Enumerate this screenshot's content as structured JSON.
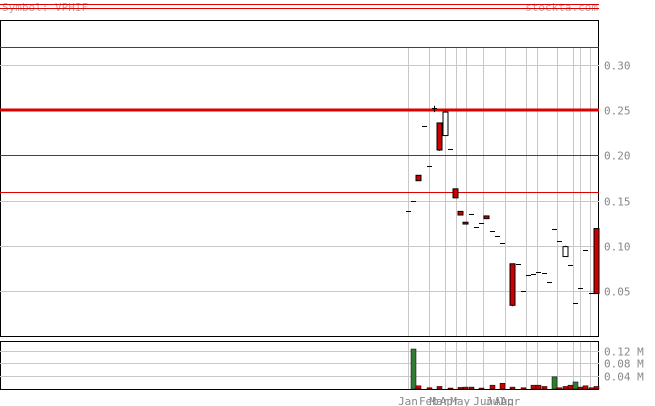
{
  "header": {
    "symbol_text": "Symbol: VPHIF",
    "site": "stockta.com"
  },
  "colors": {
    "up": "#ffffff",
    "down": "#cc0000",
    "volume": "#2e7d32",
    "grid": "#c8c8c8",
    "axis": "#000000",
    "resistance": "#dd0000",
    "resistance_strong": "#dd0000",
    "label": "#888888"
  },
  "chart_data": [
    {
      "type": "candlestick",
      "title": "",
      "ylim": [
        0,
        0.35
      ],
      "yticks": [
        0.05,
        0.1,
        0.15,
        0.2,
        0.25,
        0.3
      ],
      "ytick_labels": [
        "0.05",
        "0.10",
        "0.15",
        "0.20",
        "0.25",
        "0.30"
      ],
      "xlim": [
        0,
        45
      ],
      "month_gridlines": [
        0,
        5,
        10,
        12.5,
        15,
        17.5,
        22.5,
        27.5,
        32.5,
        34,
        36.5,
        38,
        40
      ],
      "month_labels": [
        {
          "label": "Jan",
          "x": 0
        },
        {
          "label": "Feb",
          "x": 5
        },
        {
          "label": "Mar",
          "x": 7.5
        },
        {
          "label": "Apr",
          "x": 10
        },
        {
          "label": "May",
          "x": 12.5
        },
        {
          "label": "Jun",
          "x": 17.5
        },
        {
          "label": "Jul",
          "x": 20
        },
        {
          "label": "Aug",
          "x": 21
        },
        {
          "label": "Apr",
          "x": 23
        }
      ],
      "resistance_lines": [
        {
          "y": 0.32,
          "weight": 1
        },
        {
          "y": 0.25,
          "weight": 3
        },
        {
          "y": 0.2,
          "weight": 1
        },
        {
          "y": 0.16,
          "weight": 1
        }
      ],
      "candles": [
        {
          "x": 0.0,
          "o": 0.138,
          "h": 0.138,
          "l": 0.138,
          "c": 0.138
        },
        {
          "x": 0.5,
          "o": 0.15,
          "h": 0.15,
          "l": 0.15,
          "c": 0.15
        },
        {
          "x": 1.0,
          "o": 0.178,
          "h": 0.178,
          "l": 0.172,
          "c": 0.172
        },
        {
          "x": 1.5,
          "o": 0.233,
          "h": 0.233,
          "l": 0.233,
          "c": 0.233
        },
        {
          "x": 2.0,
          "o": 0.188,
          "h": 0.188,
          "l": 0.188,
          "c": 0.188
        },
        {
          "x": 2.5,
          "o": 0.252,
          "h": 0.255,
          "l": 0.248,
          "c": 0.252
        },
        {
          "x": 3.0,
          "o": 0.236,
          "h": 0.236,
          "l": 0.205,
          "c": 0.206
        },
        {
          "x": 3.5,
          "o": 0.222,
          "h": 0.25,
          "l": 0.222,
          "c": 0.248
        },
        {
          "x": 4.0,
          "o": 0.207,
          "h": 0.207,
          "l": 0.207,
          "c": 0.207
        },
        {
          "x": 4.5,
          "o": 0.163,
          "h": 0.163,
          "l": 0.153,
          "c": 0.153
        },
        {
          "x": 5.0,
          "o": 0.138,
          "h": 0.138,
          "l": 0.134,
          "c": 0.134
        },
        {
          "x": 5.5,
          "o": 0.126,
          "h": 0.126,
          "l": 0.124,
          "c": 0.124
        },
        {
          "x": 6.0,
          "o": 0.135,
          "h": 0.135,
          "l": 0.135,
          "c": 0.135
        },
        {
          "x": 6.5,
          "o": 0.121,
          "h": 0.121,
          "l": 0.121,
          "c": 0.121
        },
        {
          "x": 7.0,
          "o": 0.125,
          "h": 0.125,
          "l": 0.125,
          "c": 0.125
        },
        {
          "x": 7.5,
          "o": 0.133,
          "h": 0.133,
          "l": 0.13,
          "c": 0.13
        },
        {
          "x": 8.0,
          "o": 0.116,
          "h": 0.116,
          "l": 0.116,
          "c": 0.116
        },
        {
          "x": 8.5,
          "o": 0.111,
          "h": 0.111,
          "l": 0.111,
          "c": 0.111
        },
        {
          "x": 9.0,
          "o": 0.103,
          "h": 0.103,
          "l": 0.103,
          "c": 0.103
        },
        {
          "x": 10.0,
          "o": 0.08,
          "h": 0.08,
          "l": 0.033,
          "c": 0.034
        },
        {
          "x": 10.5,
          "o": 0.08,
          "h": 0.08,
          "l": 0.08,
          "c": 0.08
        },
        {
          "x": 11.0,
          "o": 0.05,
          "h": 0.05,
          "l": 0.05,
          "c": 0.05
        },
        {
          "x": 11.5,
          "o": 0.068,
          "h": 0.068,
          "l": 0.068,
          "c": 0.068
        },
        {
          "x": 12.0,
          "o": 0.069,
          "h": 0.069,
          "l": 0.069,
          "c": 0.069
        },
        {
          "x": 12.5,
          "o": 0.071,
          "h": 0.071,
          "l": 0.071,
          "c": 0.071
        },
        {
          "x": 13.0,
          "o": 0.07,
          "h": 0.07,
          "l": 0.07,
          "c": 0.07
        },
        {
          "x": 13.5,
          "o": 0.06,
          "h": 0.06,
          "l": 0.06,
          "c": 0.06
        },
        {
          "x": 14.0,
          "o": 0.118,
          "h": 0.118,
          "l": 0.118,
          "c": 0.118
        },
        {
          "x": 14.5,
          "o": 0.105,
          "h": 0.105,
          "l": 0.105,
          "c": 0.105
        },
        {
          "x": 15.0,
          "o": 0.088,
          "h": 0.1,
          "l": 0.088,
          "c": 0.099
        },
        {
          "x": 15.5,
          "o": 0.079,
          "h": 0.079,
          "l": 0.079,
          "c": 0.079
        },
        {
          "x": 16.0,
          "o": 0.037,
          "h": 0.037,
          "l": 0.037,
          "c": 0.037
        },
        {
          "x": 16.5,
          "o": 0.053,
          "h": 0.053,
          "l": 0.053,
          "c": 0.053
        },
        {
          "x": 17.0,
          "o": 0.095,
          "h": 0.095,
          "l": 0.095,
          "c": 0.095
        },
        {
          "x": 17.5,
          "o": 0.048,
          "h": 0.048,
          "l": 0.048,
          "c": 0.048
        },
        {
          "x": 18.0,
          "o": 0.119,
          "h": 0.119,
          "l": 0.047,
          "c": 0.047
        }
      ]
    },
    {
      "type": "bar",
      "title": "",
      "ylim": [
        0,
        0.15
      ],
      "yticks": [
        0.04,
        0.08,
        0.12
      ],
      "ytick_labels": [
        "0.04 M",
        "0.08 M",
        "0.12 M"
      ],
      "bars": [
        {
          "x": 0.5,
          "v": 0.125
        },
        {
          "x": 1.0,
          "v": 0.01
        },
        {
          "x": 2.0,
          "v": 0.004
        },
        {
          "x": 3.0,
          "v": 0.008
        },
        {
          "x": 4.0,
          "v": 0.003
        },
        {
          "x": 5.0,
          "v": 0.005
        },
        {
          "x": 5.5,
          "v": 0.006
        },
        {
          "x": 6.0,
          "v": 0.006
        },
        {
          "x": 7.0,
          "v": 0.003
        },
        {
          "x": 8.0,
          "v": 0.012
        },
        {
          "x": 9.0,
          "v": 0.018
        },
        {
          "x": 10.0,
          "v": 0.006
        },
        {
          "x": 11.0,
          "v": 0.004
        },
        {
          "x": 12.0,
          "v": 0.012
        },
        {
          "x": 12.5,
          "v": 0.012
        },
        {
          "x": 13.0,
          "v": 0.008
        },
        {
          "x": 14.0,
          "v": 0.038
        },
        {
          "x": 14.5,
          "v": 0.004
        },
        {
          "x": 15.0,
          "v": 0.008
        },
        {
          "x": 15.5,
          "v": 0.012
        },
        {
          "x": 16.0,
          "v": 0.022
        },
        {
          "x": 16.5,
          "v": 0.006
        },
        {
          "x": 17.0,
          "v": 0.01
        },
        {
          "x": 17.5,
          "v": 0.004
        },
        {
          "x": 18.0,
          "v": 0.008
        }
      ]
    }
  ]
}
